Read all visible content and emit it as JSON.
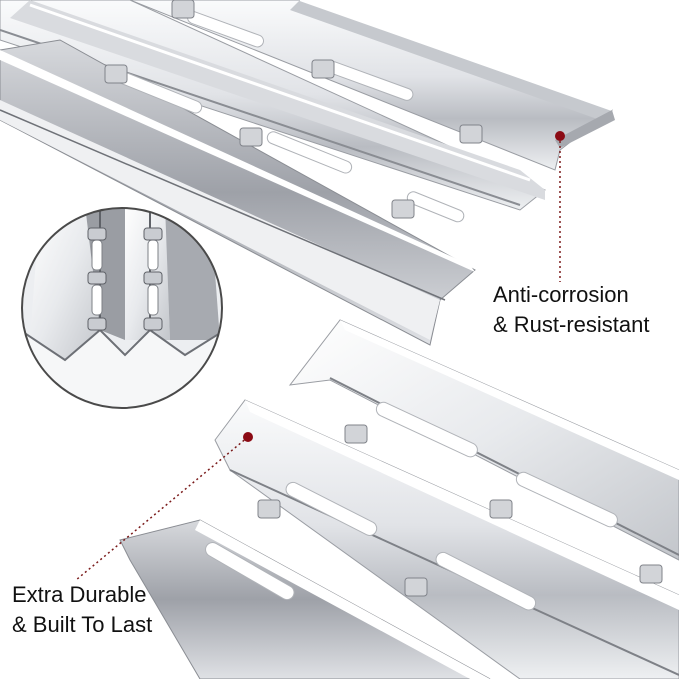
{
  "colors": {
    "background": "#ffffff",
    "marker": "#8b0a14",
    "leader_line": "#7a1a1a",
    "text": "#111111",
    "steel_light": "#f4f5f7",
    "steel_mid": "#c9ccd1",
    "steel_dark": "#8d9097"
  },
  "callouts": {
    "top": {
      "line1": "Anti-corrosion",
      "line2": "& Rust-resistant"
    },
    "bottom": {
      "line1": "Extra Durable",
      "line2": "& Built To Last"
    }
  },
  "icons": {
    "marker": "red-dot-marker-icon",
    "leader": "dotted-leader-line"
  }
}
